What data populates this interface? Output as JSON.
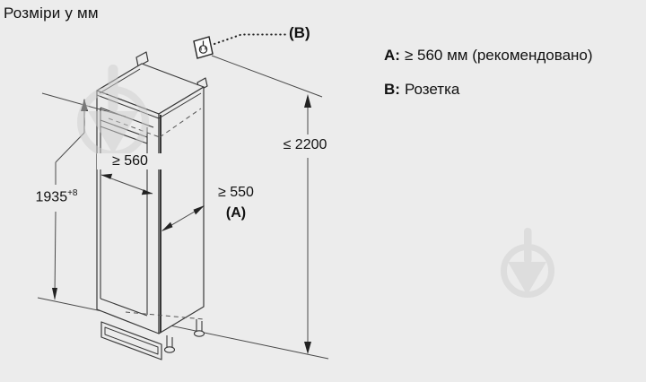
{
  "page": {
    "title": "Розміри у мм"
  },
  "legend": {
    "items": [
      {
        "key": "A:",
        "text": "≥ 560 мм (рекомендовано)"
      },
      {
        "key": "B:",
        "text": "Розетка"
      }
    ]
  },
  "callouts": {
    "socket_label": "(B)"
  },
  "dimensions": {
    "niche_height": {
      "value": "1935",
      "sup": "+8"
    },
    "niche_width": {
      "value": "≥ 560"
    },
    "depth": {
      "value": "≥ 550",
      "ref": "(A)"
    },
    "total_height": {
      "value": "≤ 2200"
    }
  },
  "icons": {
    "socket": "power-socket-icon",
    "watermark": "download-arrow-circle-watermark"
  },
  "colors": {
    "background": "#ececec",
    "line": "#383838",
    "thin_line": "#4a4a4a",
    "text": "#111111",
    "watermark": "#cfcfcf"
  }
}
